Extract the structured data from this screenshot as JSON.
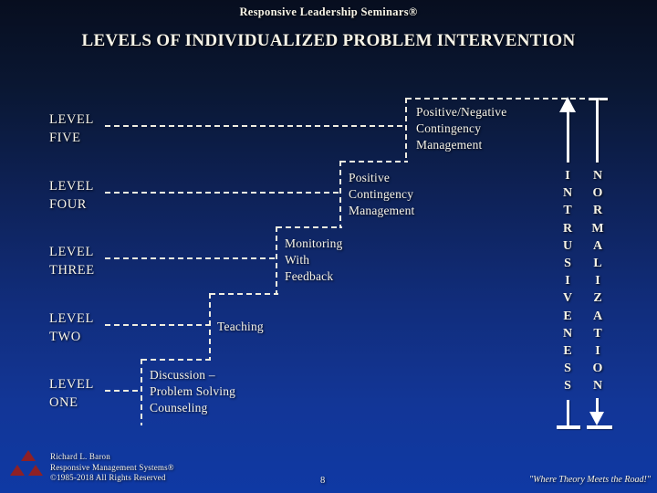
{
  "header": {
    "brand": "Responsive Leadership Seminars®",
    "title": "LEVELS OF INDIVIDUALIZED PROBLEM INTERVENTION"
  },
  "levels": [
    {
      "name": "LEVEL ONE",
      "label_lines": [
        "LEVEL",
        "ONE"
      ],
      "intervention": "Discussion – Problem Solving Counseling",
      "box_lines": [
        "Discussion –",
        "Problem Solving",
        "Counseling"
      ]
    },
    {
      "name": "LEVEL TWO",
      "label_lines": [
        "LEVEL",
        "TWO"
      ],
      "intervention": "Teaching",
      "box_lines": [
        "Teaching"
      ]
    },
    {
      "name": "LEVEL THREE",
      "label_lines": [
        "LEVEL",
        "THREE"
      ],
      "intervention": "Monitoring With Feedback",
      "box_lines": [
        "Monitoring",
        "With",
        "Feedback"
      ]
    },
    {
      "name": "LEVEL FOUR",
      "label_lines": [
        "LEVEL",
        "FOUR"
      ],
      "intervention": "Positive Contingency Management",
      "box_lines": [
        "Positive",
        "Contingency",
        "Management"
      ]
    },
    {
      "name": "LEVEL FIVE",
      "label_lines": [
        "LEVEL",
        "FIVE"
      ],
      "intervention": "Positive/Negative Contingency Management",
      "box_lines": [
        "Positive/Negative",
        "Contingency",
        "Management"
      ]
    }
  ],
  "axes": {
    "intrusiveness": {
      "word": "INTRUSIVENESS",
      "letters": [
        "I",
        "N",
        "T",
        "R",
        "U",
        "S",
        "I",
        "V",
        "E",
        "N",
        "E",
        "S",
        "S"
      ],
      "arrow_direction": "up"
    },
    "normalization": {
      "word": "NORMALIZATION",
      "letters": [
        "N",
        "O",
        "R",
        "M",
        "A",
        "L",
        "I",
        "Z",
        "A",
        "T",
        "I",
        "O",
        "N"
      ],
      "arrow_direction": "down"
    }
  },
  "footer": {
    "credits": [
      "Richard L. Baron",
      "Responsive Management Systems®",
      "©1985-2018 All Rights Reserved"
    ],
    "page_number": "8",
    "tagline": "\"Where Theory Meets the Road!\""
  },
  "colors": {
    "background_top": "#070e1f",
    "background_bottom": "#0f39a4",
    "text": "#f7f4e8",
    "dashed_line": "#efece0",
    "logo_red": "#8e2025"
  }
}
